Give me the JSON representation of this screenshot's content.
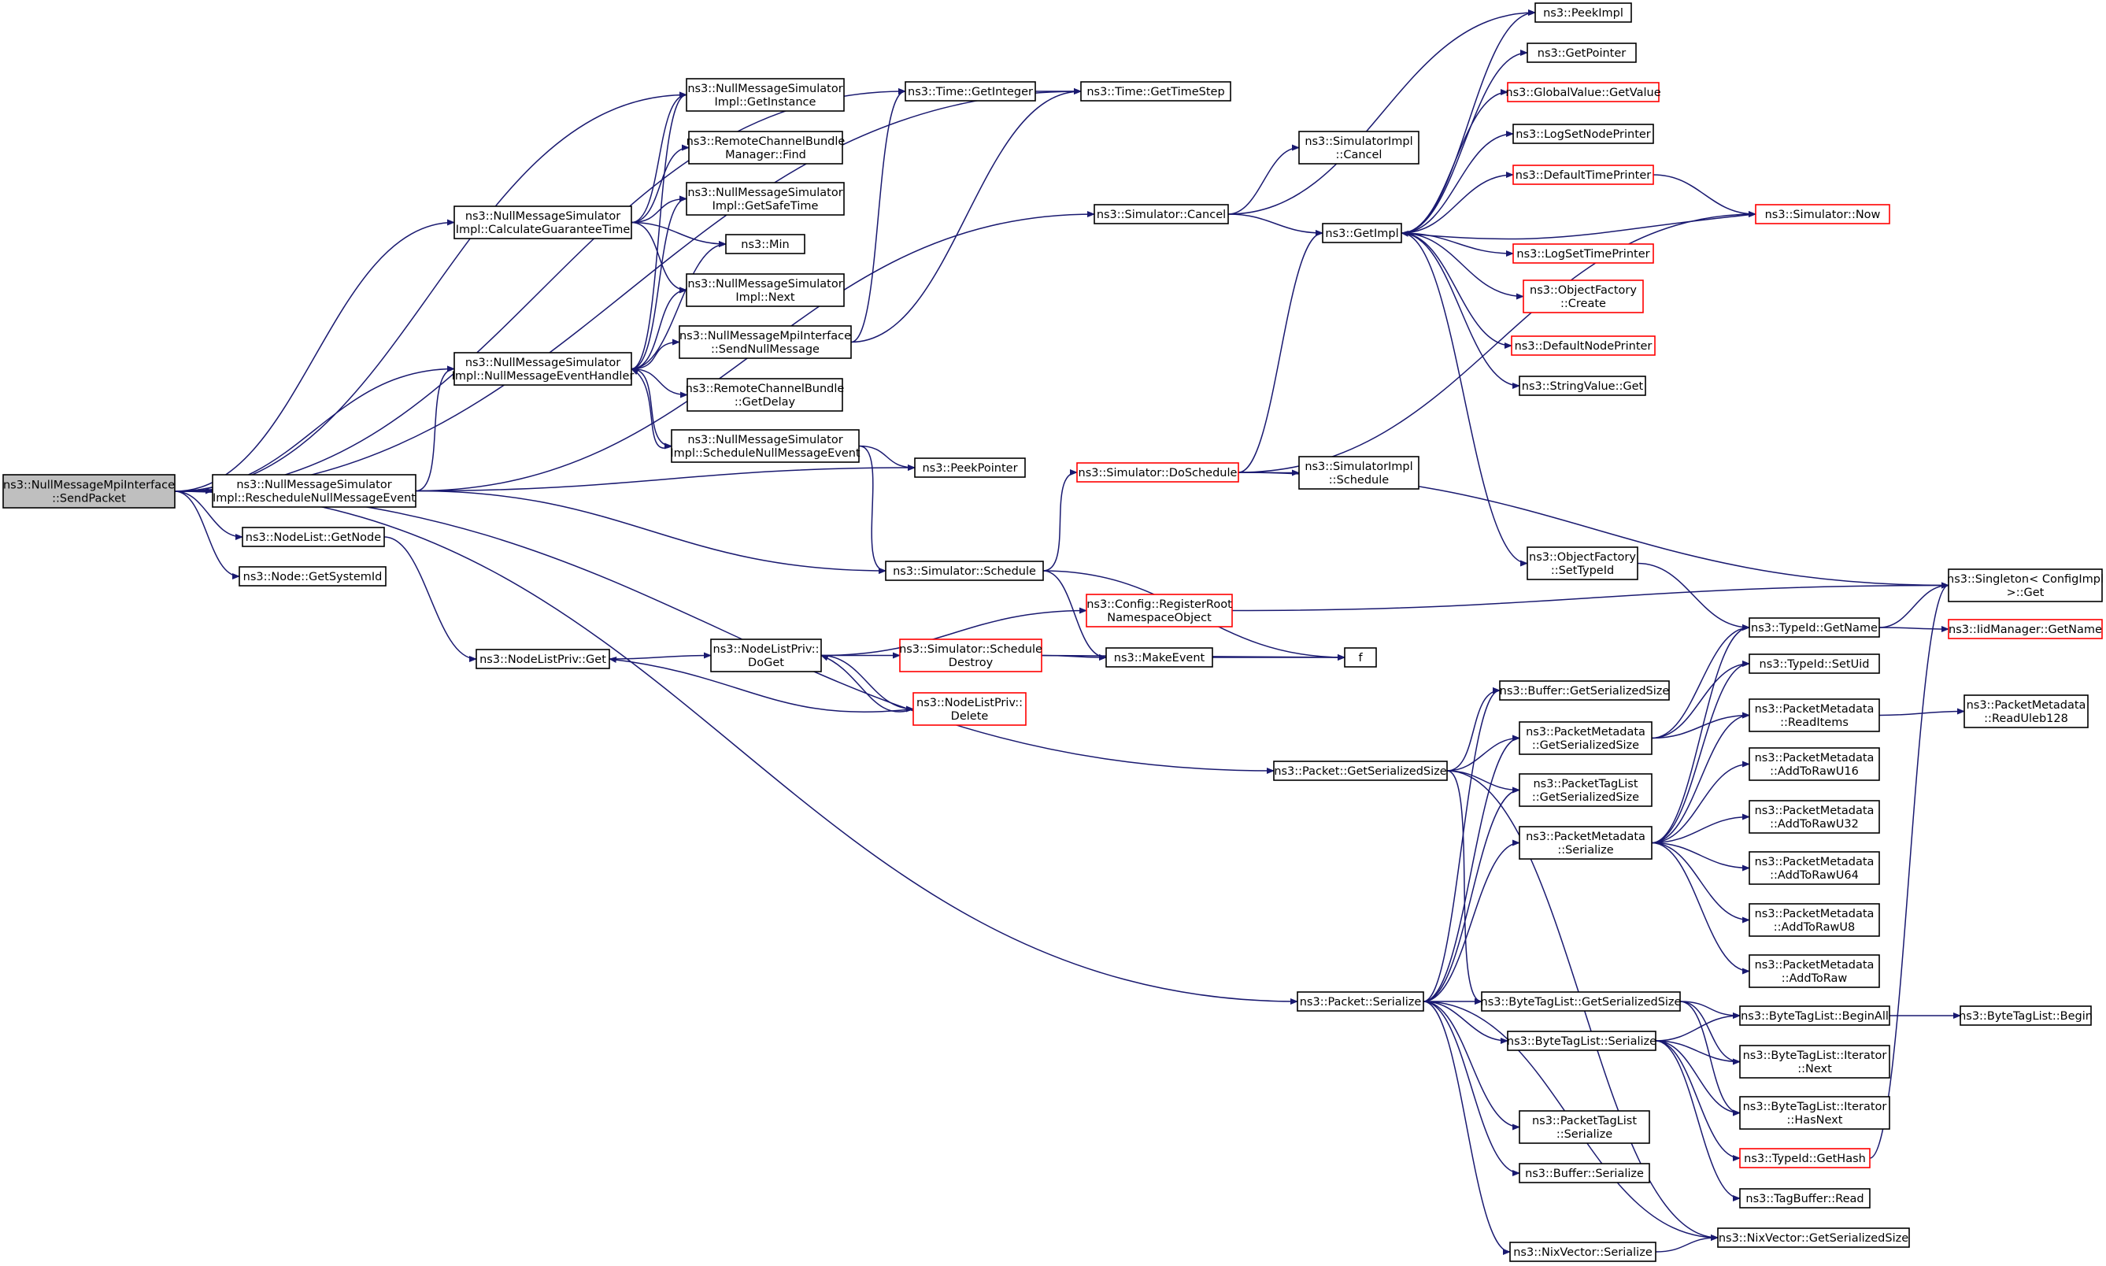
{
  "colors": {
    "edge": "#191970",
    "box_border": "#000000",
    "box_border_incomplete": "#ff0000",
    "root_fill": "#bfbfbf",
    "box_fill": "#ffffff"
  },
  "nodes": [
    {
      "id": "root",
      "lines": [
        "ns3::NullMessageMpiInterface",
        "::SendPacket"
      ],
      "style": "root"
    },
    {
      "id": "calcGuar",
      "lines": [
        "ns3::NullMessageSimulator",
        "Impl::CalculateGuaranteeTime"
      ],
      "style": "normal"
    },
    {
      "id": "nmeh",
      "lines": [
        "ns3::NullMessageSimulator",
        "Impl::NullMessageEventHandler"
      ],
      "style": "normal"
    },
    {
      "id": "resched",
      "lines": [
        "ns3::NullMessageSimulator",
        "Impl::RescheduleNullMessageEvent"
      ],
      "style": "normal"
    },
    {
      "id": "nodeListGetNode",
      "lines": [
        "ns3::NodeList::GetNode"
      ],
      "style": "normal"
    },
    {
      "id": "nodeGetSysId",
      "lines": [
        "ns3::Node::GetSystemId"
      ],
      "style": "normal"
    },
    {
      "id": "nodeListPrivGet",
      "lines": [
        "ns3::NodeListPriv::Get"
      ],
      "style": "normal"
    },
    {
      "id": "getInstance",
      "lines": [
        "ns3::NullMessageSimulator",
        "Impl::GetInstance"
      ],
      "style": "normal"
    },
    {
      "id": "rcbmFind",
      "lines": [
        "ns3::RemoteChannelBundle",
        "Manager::Find"
      ],
      "style": "normal"
    },
    {
      "id": "getSafeTime",
      "lines": [
        "ns3::NullMessageSimulator",
        "Impl::GetSafeTime"
      ],
      "style": "normal"
    },
    {
      "id": "min",
      "lines": [
        "ns3::Min"
      ],
      "style": "normal"
    },
    {
      "id": "implNext",
      "lines": [
        "ns3::NullMessageSimulator",
        "Impl::Next"
      ],
      "style": "normal"
    },
    {
      "id": "sendNull",
      "lines": [
        "ns3::NullMessageMpiInterface",
        "::SendNullMessage"
      ],
      "style": "normal"
    },
    {
      "id": "rcbGetDelay",
      "lines": [
        "ns3::RemoteChannelBundle",
        "::GetDelay"
      ],
      "style": "normal"
    },
    {
      "id": "schedNull",
      "lines": [
        "ns3::NullMessageSimulator",
        "Impl::ScheduleNullMessageEvent"
      ],
      "style": "normal"
    },
    {
      "id": "timeGetInteger",
      "lines": [
        "ns3::Time::GetInteger"
      ],
      "style": "normal"
    },
    {
      "id": "timeGetTimeStep",
      "lines": [
        "ns3::Time::GetTimeStep"
      ],
      "style": "normal"
    },
    {
      "id": "peekPointer",
      "lines": [
        "ns3::PeekPointer"
      ],
      "style": "normal"
    },
    {
      "id": "simSchedule",
      "lines": [
        "ns3::Simulator::Schedule"
      ],
      "style": "normal"
    },
    {
      "id": "nlpDoGet",
      "lines": [
        "ns3::NodeListPriv::",
        "DoGet"
      ],
      "style": "normal"
    },
    {
      "id": "simSchedDestroy",
      "lines": [
        "ns3::Simulator::Schedule",
        "Destroy"
      ],
      "style": "incomplete"
    },
    {
      "id": "nlpDelete",
      "lines": [
        "ns3::NodeListPriv::",
        "Delete"
      ],
      "style": "incomplete"
    },
    {
      "id": "configRegRoot",
      "lines": [
        "ns3::Config::RegisterRoot",
        "NamespaceObject"
      ],
      "style": "incomplete"
    },
    {
      "id": "makeEvent",
      "lines": [
        "ns3::MakeEvent"
      ],
      "style": "normal"
    },
    {
      "id": "f",
      "lines": [
        "f"
      ],
      "style": "normal"
    },
    {
      "id": "simCancel",
      "lines": [
        "ns3::Simulator::Cancel"
      ],
      "style": "normal"
    },
    {
      "id": "simDoSchedule",
      "lines": [
        "ns3::Simulator::DoSchedule"
      ],
      "style": "incomplete"
    },
    {
      "id": "simImplCancel",
      "lines": [
        "ns3::SimulatorImpl",
        "::Cancel"
      ],
      "style": "normal"
    },
    {
      "id": "getImpl",
      "lines": [
        "ns3::GetImpl"
      ],
      "style": "normal"
    },
    {
      "id": "simImplSchedule",
      "lines": [
        "ns3::SimulatorImpl",
        "::Schedule"
      ],
      "style": "normal"
    },
    {
      "id": "peekImpl",
      "lines": [
        "ns3::PeekImpl"
      ],
      "style": "normal"
    },
    {
      "id": "getPointer",
      "lines": [
        "ns3::GetPointer"
      ],
      "style": "normal"
    },
    {
      "id": "globalValueGetValue",
      "lines": [
        "ns3::GlobalValue::GetValue"
      ],
      "style": "incomplete"
    },
    {
      "id": "logSetNodePrinter",
      "lines": [
        "ns3::LogSetNodePrinter"
      ],
      "style": "normal"
    },
    {
      "id": "defaultTimePrinter",
      "lines": [
        "ns3::DefaultTimePrinter"
      ],
      "style": "incomplete"
    },
    {
      "id": "simNow",
      "lines": [
        "ns3::Simulator::Now"
      ],
      "style": "incomplete"
    },
    {
      "id": "logSetTimePrinter",
      "lines": [
        "ns3::LogSetTimePrinter"
      ],
      "style": "incomplete"
    },
    {
      "id": "objFactoryCreate",
      "lines": [
        "ns3::ObjectFactory",
        "::Create"
      ],
      "style": "incomplete"
    },
    {
      "id": "defaultNodePrinter",
      "lines": [
        "ns3::DefaultNodePrinter"
      ],
      "style": "incomplete"
    },
    {
      "id": "stringValueGet",
      "lines": [
        "ns3::StringValue::Get"
      ],
      "style": "normal"
    },
    {
      "id": "objFactorySetTypeId",
      "lines": [
        "ns3::ObjectFactory",
        "::SetTypeId"
      ],
      "style": "normal"
    },
    {
      "id": "singletonGet",
      "lines": [
        "ns3::Singleton< ConfigImpl",
        " >::Get"
      ],
      "style": "normal"
    },
    {
      "id": "typeIdGetName",
      "lines": [
        "ns3::TypeId::GetName"
      ],
      "style": "normal"
    },
    {
      "id": "iidManagerGetName",
      "lines": [
        "ns3::IidManager::GetName"
      ],
      "style": "incomplete"
    },
    {
      "id": "typeIdSetUid",
      "lines": [
        "ns3::TypeId::SetUid"
      ],
      "style": "normal"
    },
    {
      "id": "pmReadItems",
      "lines": [
        "ns3::PacketMetadata",
        "::ReadItems"
      ],
      "style": "normal"
    },
    {
      "id": "pmReadUleb128",
      "lines": [
        "ns3::PacketMetadata",
        "::ReadUleb128"
      ],
      "style": "normal"
    },
    {
      "id": "bufferGetSerSize",
      "lines": [
        "ns3::Buffer::GetSerializedSize"
      ],
      "style": "normal"
    },
    {
      "id": "pmGetSerSize",
      "lines": [
        "ns3::PacketMetadata",
        "::GetSerializedSize"
      ],
      "style": "normal"
    },
    {
      "id": "packetGetSerSize",
      "lines": [
        "ns3::Packet::GetSerializedSize"
      ],
      "style": "normal"
    },
    {
      "id": "ptlGetSerSize",
      "lines": [
        "ns3::PacketTagList",
        "::GetSerializedSize"
      ],
      "style": "normal"
    },
    {
      "id": "pmSerialize",
      "lines": [
        "ns3::PacketMetadata",
        "::Serialize"
      ],
      "style": "normal"
    },
    {
      "id": "pmAddToRawU16",
      "lines": [
        "ns3::PacketMetadata",
        "::AddToRawU16"
      ],
      "style": "normal"
    },
    {
      "id": "pmAddToRawU32",
      "lines": [
        "ns3::PacketMetadata",
        "::AddToRawU32"
      ],
      "style": "normal"
    },
    {
      "id": "pmAddToRawU64",
      "lines": [
        "ns3::PacketMetadata",
        "::AddToRawU64"
      ],
      "style": "normal"
    },
    {
      "id": "pmAddToRawU8",
      "lines": [
        "ns3::PacketMetadata",
        "::AddToRawU8"
      ],
      "style": "normal"
    },
    {
      "id": "pmAddToRaw",
      "lines": [
        "ns3::PacketMetadata",
        "::AddToRaw"
      ],
      "style": "normal"
    },
    {
      "id": "packetSerialize",
      "lines": [
        "ns3::Packet::Serialize"
      ],
      "style": "normal"
    },
    {
      "id": "btlGetSerSize",
      "lines": [
        "ns3::ByteTagList::GetSerializedSize"
      ],
      "style": "normal"
    },
    {
      "id": "btlBeginAll",
      "lines": [
        "ns3::ByteTagList::BeginAll"
      ],
      "style": "normal"
    },
    {
      "id": "btlBegin",
      "lines": [
        "ns3::ByteTagList::Begin"
      ],
      "style": "normal"
    },
    {
      "id": "btlSerialize",
      "lines": [
        "ns3::ByteTagList::Serialize"
      ],
      "style": "normal"
    },
    {
      "id": "btlIterNext",
      "lines": [
        "ns3::ByteTagList::Iterator",
        "::Next"
      ],
      "style": "normal"
    },
    {
      "id": "btlIterHasNext",
      "lines": [
        "ns3::ByteTagList::Iterator",
        "::HasNext"
      ],
      "style": "normal"
    },
    {
      "id": "typeIdGetHash",
      "lines": [
        "ns3::TypeId::GetHash"
      ],
      "style": "incomplete"
    },
    {
      "id": "ptlSerialize",
      "lines": [
        "ns3::PacketTagList",
        "::Serialize"
      ],
      "style": "normal"
    },
    {
      "id": "tagBufferRead",
      "lines": [
        "ns3::TagBuffer::Read"
      ],
      "style": "normal"
    },
    {
      "id": "bufferSerialize",
      "lines": [
        "ns3::Buffer::Serialize"
      ],
      "style": "normal"
    },
    {
      "id": "nixGetSerSize",
      "lines": [
        "ns3::NixVector::GetSerializedSize"
      ],
      "style": "normal"
    },
    {
      "id": "nixSerialize",
      "lines": [
        "ns3::NixVector::Serialize"
      ],
      "style": "normal"
    }
  ],
  "edges": [
    [
      "root",
      "timeGetTimeStep"
    ],
    [
      "root",
      "timeGetInteger"
    ],
    [
      "root",
      "getInstance"
    ],
    [
      "root",
      "calcGuar"
    ],
    [
      "root",
      "nmeh"
    ],
    [
      "root",
      "resched"
    ],
    [
      "root",
      "nodeListGetNode"
    ],
    [
      "root",
      "nodeGetSysId"
    ],
    [
      "root",
      "packetGetSerSize"
    ],
    [
      "root",
      "packetSerialize"
    ],
    [
      "calcGuar",
      "getInstance"
    ],
    [
      "calcGuar",
      "rcbmFind"
    ],
    [
      "calcGuar",
      "getSafeTime"
    ],
    [
      "calcGuar",
      "min"
    ],
    [
      "calcGuar",
      "implNext"
    ],
    [
      "nmeh",
      "getInstance"
    ],
    [
      "nmeh",
      "getSafeTime"
    ],
    [
      "nmeh",
      "min"
    ],
    [
      "nmeh",
      "implNext"
    ],
    [
      "nmeh",
      "sendNull"
    ],
    [
      "nmeh",
      "rcbGetDelay"
    ],
    [
      "nmeh",
      "schedNull"
    ],
    [
      "schedNull",
      "nmeh"
    ],
    [
      "schedNull",
      "peekPointer"
    ],
    [
      "schedNull",
      "simSchedule"
    ],
    [
      "sendNull",
      "timeGetInteger"
    ],
    [
      "sendNull",
      "timeGetTimeStep"
    ],
    [
      "timeGetInteger",
      "timeGetTimeStep"
    ],
    [
      "resched",
      "nmeh"
    ],
    [
      "resched",
      "peekPointer"
    ],
    [
      "resched",
      "simSchedule"
    ],
    [
      "resched",
      "simCancel"
    ],
    [
      "nodeListGetNode",
      "nodeListPrivGet"
    ],
    [
      "nodeListPrivGet",
      "nlpDoGet"
    ],
    [
      "nlpDoGet",
      "configRegRoot"
    ],
    [
      "nlpDoGet",
      "simSchedDestroy"
    ],
    [
      "nlpDoGet",
      "nlpDelete"
    ],
    [
      "nlpDelete",
      "nlpDoGet"
    ],
    [
      "nlpDelete",
      "nodeListPrivGet"
    ],
    [
      "simSchedDestroy",
      "makeEvent"
    ],
    [
      "simSchedDestroy",
      "f"
    ],
    [
      "simSchedule",
      "simDoSchedule"
    ],
    [
      "simSchedule",
      "makeEvent"
    ],
    [
      "simSchedule",
      "f"
    ],
    [
      "makeEvent",
      "f"
    ],
    [
      "configRegRoot",
      "singletonGet"
    ],
    [
      "simCancel",
      "simImplCancel"
    ],
    [
      "simCancel",
      "getImpl"
    ],
    [
      "simCancel",
      "peekImpl"
    ],
    [
      "simDoSchedule",
      "getImpl"
    ],
    [
      "simDoSchedule",
      "simImplSchedule"
    ],
    [
      "simDoSchedule",
      "simNow"
    ],
    [
      "simDoSchedule",
      "singletonGet"
    ],
    [
      "getImpl",
      "peekImpl"
    ],
    [
      "getImpl",
      "getPointer"
    ],
    [
      "getImpl",
      "globalValueGetValue"
    ],
    [
      "getImpl",
      "logSetNodePrinter"
    ],
    [
      "getImpl",
      "defaultTimePrinter"
    ],
    [
      "getImpl",
      "logSetTimePrinter"
    ],
    [
      "getImpl",
      "objFactoryCreate"
    ],
    [
      "getImpl",
      "defaultNodePrinter"
    ],
    [
      "getImpl",
      "stringValueGet"
    ],
    [
      "getImpl",
      "objFactorySetTypeId"
    ],
    [
      "simNow",
      "getImpl"
    ],
    [
      "defaultTimePrinter",
      "simNow"
    ],
    [
      "objFactorySetTypeId",
      "typeIdGetName"
    ],
    [
      "typeIdGetName",
      "singletonGet"
    ],
    [
      "typeIdGetName",
      "iidManagerGetName"
    ],
    [
      "packetGetSerSize",
      "bufferGetSerSize"
    ],
    [
      "packetGetSerSize",
      "pmGetSerSize"
    ],
    [
      "packetGetSerSize",
      "ptlGetSerSize"
    ],
    [
      "packetGetSerSize",
      "btlGetSerSize"
    ],
    [
      "packetGetSerSize",
      "nixGetSerSize"
    ],
    [
      "pmGetSerSize",
      "typeIdGetName"
    ],
    [
      "pmGetSerSize",
      "typeIdSetUid"
    ],
    [
      "pmGetSerSize",
      "pmReadItems"
    ],
    [
      "pmReadItems",
      "pmReadUleb128"
    ],
    [
      "pmSerialize",
      "typeIdGetName"
    ],
    [
      "pmSerialize",
      "typeIdSetUid"
    ],
    [
      "pmSerialize",
      "pmReadItems"
    ],
    [
      "pmSerialize",
      "pmAddToRawU16"
    ],
    [
      "pmSerialize",
      "pmAddToRawU32"
    ],
    [
      "pmSerialize",
      "pmAddToRawU64"
    ],
    [
      "pmSerialize",
      "pmAddToRawU8"
    ],
    [
      "pmSerialize",
      "pmAddToRaw"
    ],
    [
      "packetSerialize",
      "bufferGetSerSize"
    ],
    [
      "packetSerialize",
      "pmGetSerSize"
    ],
    [
      "packetSerialize",
      "ptlGetSerSize"
    ],
    [
      "packetSerialize",
      "pmSerialize"
    ],
    [
      "packetSerialize",
      "btlGetSerSize"
    ],
    [
      "packetSerialize",
      "btlSerialize"
    ],
    [
      "packetSerialize",
      "ptlSerialize"
    ],
    [
      "packetSerialize",
      "bufferSerialize"
    ],
    [
      "packetSerialize",
      "nixGetSerSize"
    ],
    [
      "packetSerialize",
      "nixSerialize"
    ],
    [
      "btlGetSerSize",
      "btlBeginAll"
    ],
    [
      "btlGetSerSize",
      "btlIterNext"
    ],
    [
      "btlGetSerSize",
      "btlIterHasNext"
    ],
    [
      "btlBeginAll",
      "btlBegin"
    ],
    [
      "btlSerialize",
      "btlBeginAll"
    ],
    [
      "btlSerialize",
      "btlIterNext"
    ],
    [
      "btlSerialize",
      "btlIterHasNext"
    ],
    [
      "btlSerialize",
      "typeIdGetHash"
    ],
    [
      "btlSerialize",
      "tagBufferRead"
    ],
    [
      "typeIdGetHash",
      "singletonGet"
    ],
    [
      "nixSerialize",
      "nixGetSerSize"
    ]
  ]
}
